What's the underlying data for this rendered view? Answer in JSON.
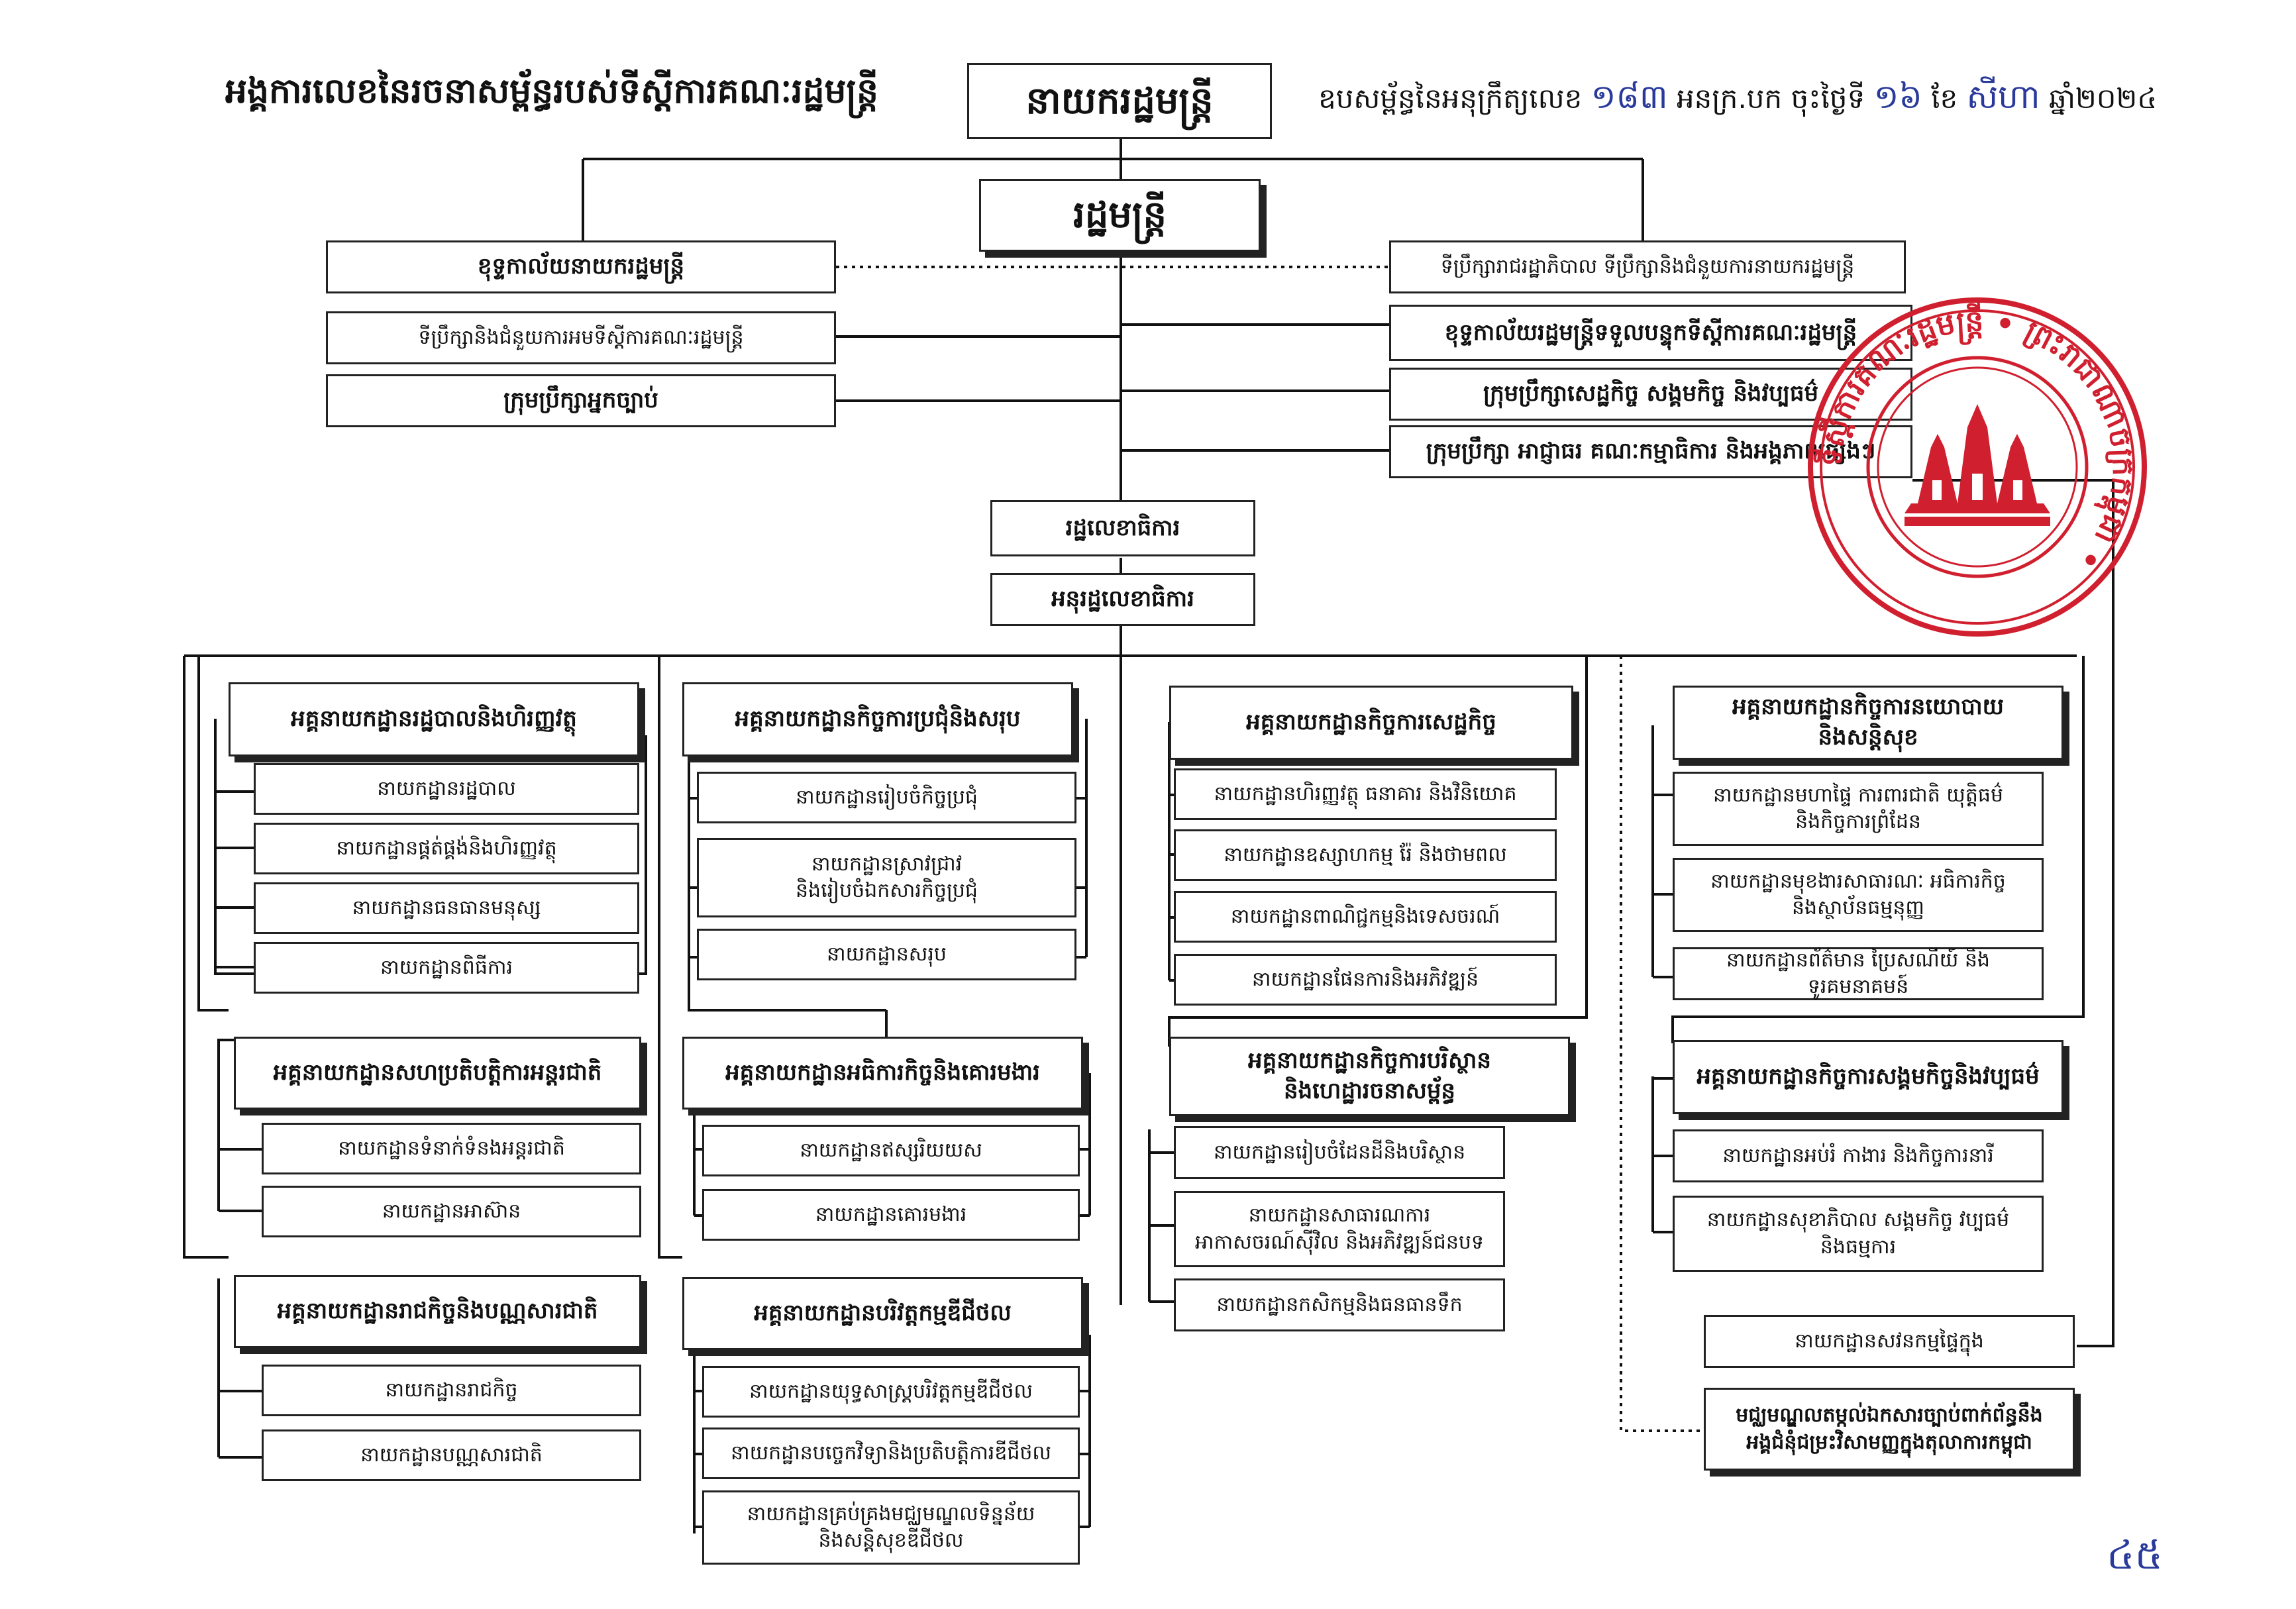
{
  "header": {
    "left_title": "អង្គការលេខនៃរចនាសម្ព័ន្ធរបស់ទីស្ដីការគណៈរដ្ឋមន្ត្រី",
    "right_prefix": "ឧបសម្ព័ន្ធនៃអនុក្រឹត្យលេខ",
    "decree_number": "១៨៣",
    "right_middle": "អនក្រ.បក ចុះថ្ងៃទី",
    "day": "១៦",
    "month_prefix": "ខែ",
    "month": "សីហា",
    "year": "ឆ្នាំ២០២៤"
  },
  "top": {
    "prime_minister": "នាយករដ្ឋមន្ត្រី",
    "minister": "រដ្ឋមន្ត្រី"
  },
  "left_units": [
    "ខុទ្ទកាល័យនាយករដ្ឋមន្ត្រី",
    "ទីប្រឹក្សានិងជំនួយការអមទីស្ដីការគណៈរដ្ឋមន្ត្រី",
    "ក្រុមប្រឹក្សាអ្នកច្បាប់"
  ],
  "right_units": [
    "ទីប្រឹក្សារាជរដ្ឋាភិបាល ទីប្រឹក្សានិងជំនួយការនាយករដ្ឋមន្ត្រី",
    "ខុទ្ទកាល័យរដ្ឋមន្ត្រីទទួលបន្ទុកទីស្ដីការគណៈរដ្ឋមន្ត្រី",
    "ក្រុមប្រឹក្សាសេដ្ឋកិច្ច សង្គមកិច្ច និងវប្បធម៌",
    "ក្រុមប្រឹក្សា អាជ្ញាធរ គណៈកម្មាធិការ និងអង្គភាពផ្សេងៗ"
  ],
  "secretariat": {
    "secretary_of_state": "រដ្ឋលេខាធិការ",
    "under_secretary": "អនុរដ្ឋលេខាធិការ"
  },
  "departments": {
    "admin_finance": {
      "title": "អគ្គនាយកដ្ឋានរដ្ឋបាលនិងហិរញ្ញវត្ថុ",
      "items": [
        "នាយកដ្ឋានរដ្ឋបាល",
        "នាយកដ្ឋានផ្គត់ផ្គង់និងហិរញ្ញវត្ថុ",
        "នាយកដ្ឋានធនធានមនុស្ស",
        "នាយកដ្ឋានពិធីការ"
      ]
    },
    "international": {
      "title": "អគ្គនាយកដ្ឋានសហប្រតិបត្តិការអន្តរជាតិ",
      "items": [
        "នាយកដ្ឋានទំនាក់ទំនងអន្តរជាតិ",
        "នាយកដ្ឋានអាស៊ាន"
      ]
    },
    "royal_affairs": {
      "title": "អគ្គនាយកដ្ឋានរាជកិច្ចនិងបណ្ណសារជាតិ",
      "items": [
        "នាយកដ្ឋានរាជកិច្ច",
        "នាយកដ្ឋានបណ្ណសារជាតិ"
      ]
    },
    "meetings": {
      "title": "អគ្គនាយកដ្ឋានកិច្ចការប្រជុំនិងសរុប",
      "items": [
        "នាយកដ្ឋានរៀបចំកិច្ចប្រជុំ",
        "នាយកដ្ឋានស្រាវជ្រាវ\nនិងរៀបចំឯកសារកិច្ចប្រជុំ",
        "នាយកដ្ឋានសរុប"
      ]
    },
    "inspection": {
      "title": "អគ្គនាយកដ្ឋានអធិការកិច្ចនិងគោរមងារ",
      "items": [
        "នាយកដ្ឋានឥស្សរិយយស",
        "នាយកដ្ឋានគោរមងារ"
      ]
    },
    "digital": {
      "title": "អគ្គនាយកដ្ឋានបរិវត្តកម្មឌីជីថល",
      "items": [
        "នាយកដ្ឋានយុទ្ធសាស្ត្របរិវត្តកម្មឌីជីថល",
        "នាយកដ្ឋានបច្ចេកវិទ្យានិងប្រតិបត្តិការឌីជីថល",
        "នាយកដ្ឋានគ្រប់គ្រងមជ្ឈមណ្ឌលទិន្នន័យ\nនិងសន្តិសុខឌីជីថល"
      ]
    },
    "economic": {
      "title": "អគ្គនាយកដ្ឋានកិច្ចការសេដ្ឋកិច្ច",
      "items": [
        "នាយកដ្ឋានហិរញ្ញវត្ថុ ធនាគារ និងវិនិយោគ",
        "នាយកដ្ឋានឧស្សាហកម្ម រ៉ែ និងថាមពល",
        "នាយកដ្ឋានពាណិជ្ជកម្មនិងទេសចរណ៍",
        "នាយកដ្ឋានផែនការនិងអភិវឌ្ឍន៍"
      ]
    },
    "environment": {
      "title": "អគ្គនាយកដ្ឋានកិច្ចការបរិស្ថាន\nនិងហេដ្ឋារចនាសម្ព័ន្ធ",
      "items": [
        "នាយកដ្ឋានរៀបចំដែនដីនិងបរិស្ថាន",
        "នាយកដ្ឋានសាធារណការ\nអាកាសចរណ៍ស៊ីវិល និងអភិវឌ្ឍន៍ជនបទ",
        "នាយកដ្ឋានកសិកម្មនិងធនធានទឹក"
      ]
    },
    "politics": {
      "title": "អគ្គនាយកដ្ឋានកិច្ចការនយោបាយ\nនិងសន្តិសុខ",
      "items": [
        "នាយកដ្ឋានមហាផ្ទៃ ការពារជាតិ យុត្តិធម៌\nនិងកិច្ចការព្រំដែន",
        "នាយកដ្ឋានមុខងារសាធារណៈ អធិការកិច្ច\nនិងស្ថាប័នធម្មនុញ្ញ",
        "នាយកដ្ឋានព័ត៌មាន ប្រៃសណីយ៍ និងទូរគមនាគមន៍"
      ]
    },
    "social": {
      "title": "អគ្គនាយកដ្ឋានកិច្ចការសង្គមកិច្ចនិងវប្បធម៌",
      "items": [
        "នាយកដ្ឋានអប់រំ កាងារ និងកិច្ចការនារី",
        "នាយកដ្ឋានសុខាភិបាល សង្គមកិច្ច វប្បធម៌\nនិងធម្មការ"
      ]
    }
  },
  "extra_units": {
    "internal_audit": "នាយកដ្ឋានសវនកម្មផ្ទៃក្នុង",
    "legal_center": "មជ្ឈមណ្ឌលតម្កល់ឯកសារច្បាប់ពាក់ព័ន្ធនឹង\nអង្គជំនុំជម្រះវិសាមញ្ញក្នុងតុលាការកម្ពុជា"
  },
  "seal": {
    "ring_text": "ទីស្ដីការគណៈរដ្ឋមន្ត្រី • ព្រះរាជាណាចក្រកម្ពុជា •",
    "color": "#d01f2e"
  },
  "page_mark": "៤៥"
}
